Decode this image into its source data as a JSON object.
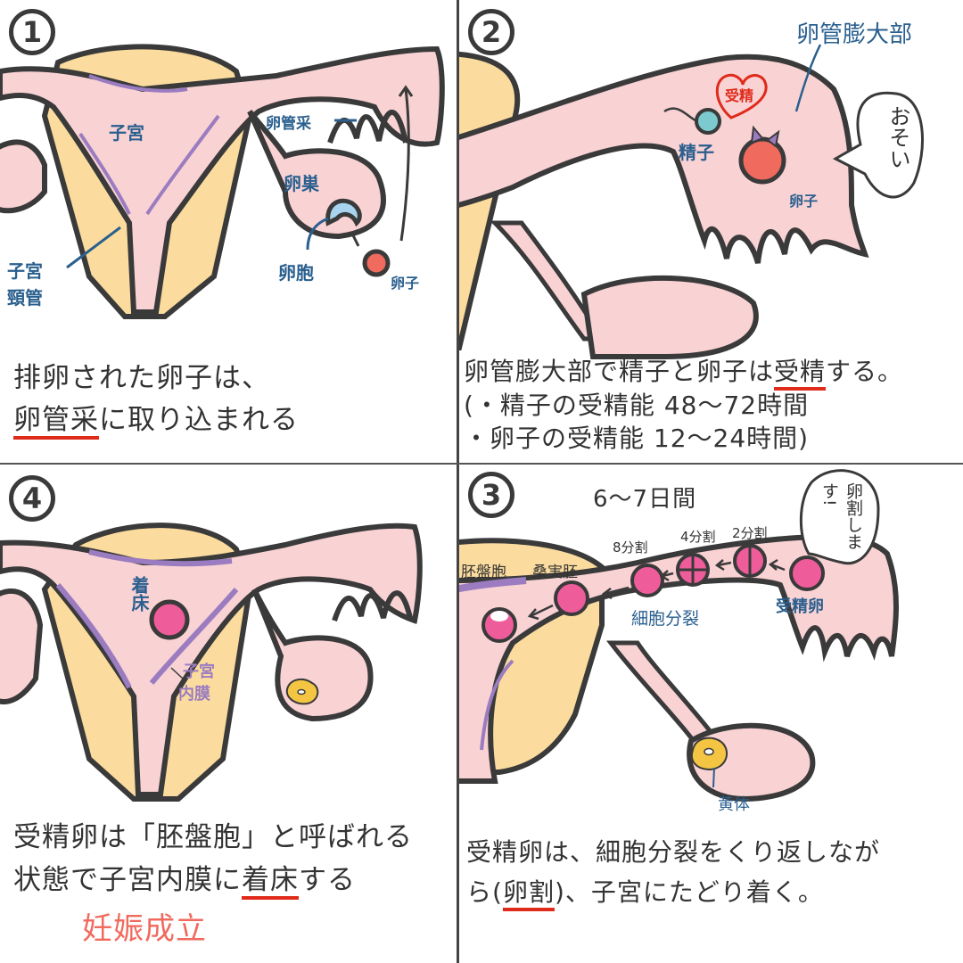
{
  "colors": {
    "outline": "#3a3a3a",
    "tissue_pink": "#f9d2d4",
    "uterus_yellow": "#fbdc9e",
    "endometrium_purple": "#9b7cc0",
    "label_blue": "#2a5f8e",
    "underline_red": "#e02a1a",
    "egg_red": "#f06a5e",
    "embryo_pink": "#ee5c9a",
    "follicle_blue": "#a9d4f0",
    "corpus_luteum_yellow": "#f4c542",
    "sperm_teal": "#7cc9cf"
  },
  "panels": {
    "p1": {
      "number": "1",
      "labels": {
        "uterus": "子宮",
        "fimbriae": "卵管采",
        "ovary": "卵巣",
        "follicle": "卵胞",
        "egg": "卵子",
        "cervical_canal_line1": "子宮",
        "cervical_canal_line2": "頸管"
      },
      "caption": {
        "line1": "排卵された卵子は、",
        "line2_underlined": "卵管采",
        "line2_rest": "に取り込まれる"
      }
    },
    "p2": {
      "number": "2",
      "labels": {
        "ampulla": "卵管膨大部",
        "fertilization_heart": "受精",
        "sperm": "精子",
        "egg": "卵子",
        "speech": "おそい"
      },
      "caption": {
        "line1_pre": "卵管膨大部で精子と卵子は",
        "line1_underlined": "受精",
        "line1_post": "する。",
        "line2": "(・精子の受精能 48～72時間",
        "line3": " ・卵子の受精能 12～24時間)"
      }
    },
    "p3": {
      "number": "3",
      "duration": "6～7日間",
      "speech": "卵割します!",
      "stages": {
        "blastocyst": "胚盤胞",
        "morula": "桑実胚",
        "eight_cell": "8分割",
        "four_cell": "4分割",
        "two_cell": "2分割",
        "zygote": "受精卵"
      },
      "labels": {
        "cell_division": "細胞分裂",
        "corpus_luteum": "黄体"
      },
      "caption": {
        "line1": "受精卵は、細胞分裂をくり返しなが",
        "line2_pre": "ら(",
        "line2_underlined": "卵割",
        "line2_post": ")、子宮にたどり着く。"
      }
    },
    "p4": {
      "number": "4",
      "labels": {
        "implantation": "着床",
        "endometrium_line1": "子宮",
        "endometrium_line2": "内膜"
      },
      "caption": {
        "line1": "受精卵は「胚盤胞」と呼ばれる",
        "line2_pre": "状態で子宮内膜に",
        "line2_underlined": "着床",
        "line2_post": "する",
        "conclusion": "妊娠成立"
      }
    }
  }
}
